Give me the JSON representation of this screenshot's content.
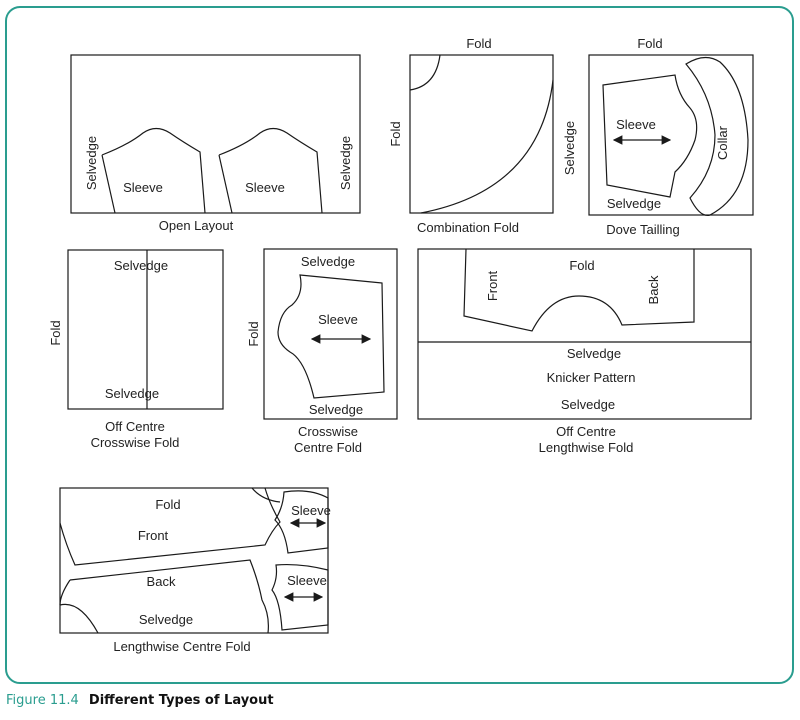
{
  "figure": {
    "number": "Figure 11.4",
    "title": "Different Types of Layout"
  },
  "layouts": {
    "open": {
      "caption": "Open Layout",
      "selvedge_left": "Selvedge",
      "selvedge_right": "Selvedge",
      "sleeve_1": "Sleeve",
      "sleeve_2": "Sleeve"
    },
    "combination": {
      "caption": "Combination Fold",
      "fold_top": "Fold",
      "fold_side": "Fold"
    },
    "dove": {
      "caption": "Dove Tailling",
      "fold_top": "Fold",
      "selvedge_side": "Selvedge",
      "sleeve": "Sleeve",
      "collar": "Collar",
      "selvedge_bottom": "Selvedge"
    },
    "off_cross": {
      "caption_line1": "Off Centre",
      "caption_line2": "Crosswise Fold",
      "fold": "Fold",
      "selvedge_top": "Selvedge",
      "selvedge_bottom": "Selvedge"
    },
    "cross_centre": {
      "caption_line1": "Crosswise",
      "caption_line2": "Centre Fold",
      "fold": "Fold",
      "selvedge_top": "Selvedge",
      "sleeve": "Sleeve",
      "selvedge_bottom": "Selvedge"
    },
    "off_length": {
      "caption_line1": "Off Centre",
      "caption_line2": "Lengthwise Fold",
      "fold": "Fold",
      "front": "Front",
      "back": "Back",
      "selvedge_middle": "Selvedge",
      "knicker": "Knicker Pattern",
      "selvedge_bottom": "Selvedge"
    },
    "length_centre": {
      "caption": "Lengthwise Centre Fold",
      "fold": "Fold",
      "front": "Front",
      "back": "Back",
      "selvedge": "Selvedge",
      "sleeve_1": "Sleeve",
      "sleeve_2": "Sleeve"
    }
  }
}
